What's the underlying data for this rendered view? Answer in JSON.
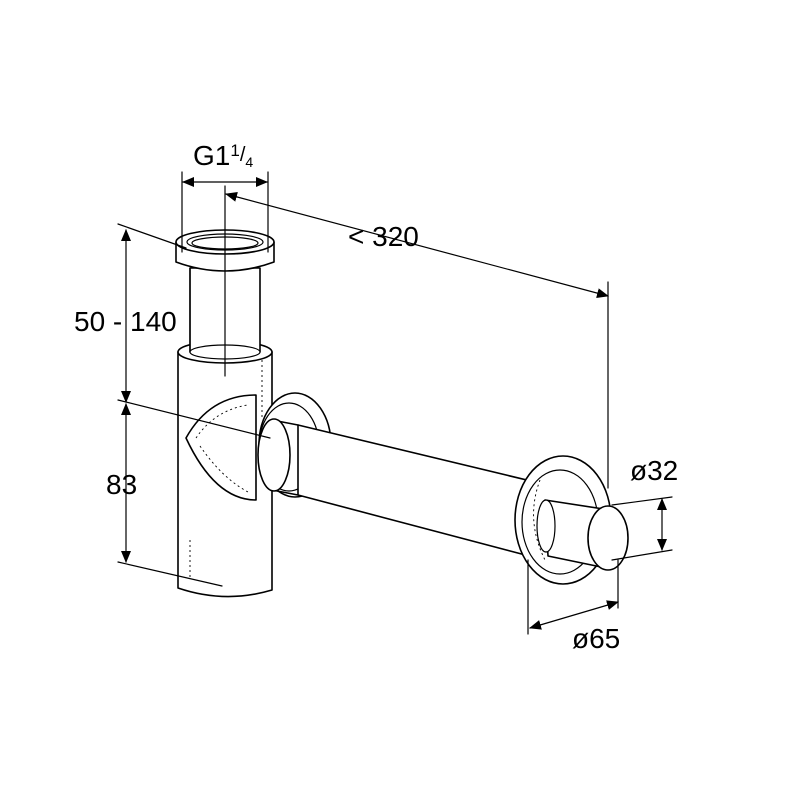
{
  "dimensions": {
    "thread": {
      "main": "G1",
      "sup": "1",
      "sub": "4",
      "fraction": "/"
    },
    "length": "< 320",
    "height_adjust": "50 - 140",
    "height_fixed": "83",
    "pipe_diameter": "ø32",
    "rosette_diameter": "ø65"
  },
  "colors": {
    "line": "#000000",
    "background": "#ffffff"
  }
}
